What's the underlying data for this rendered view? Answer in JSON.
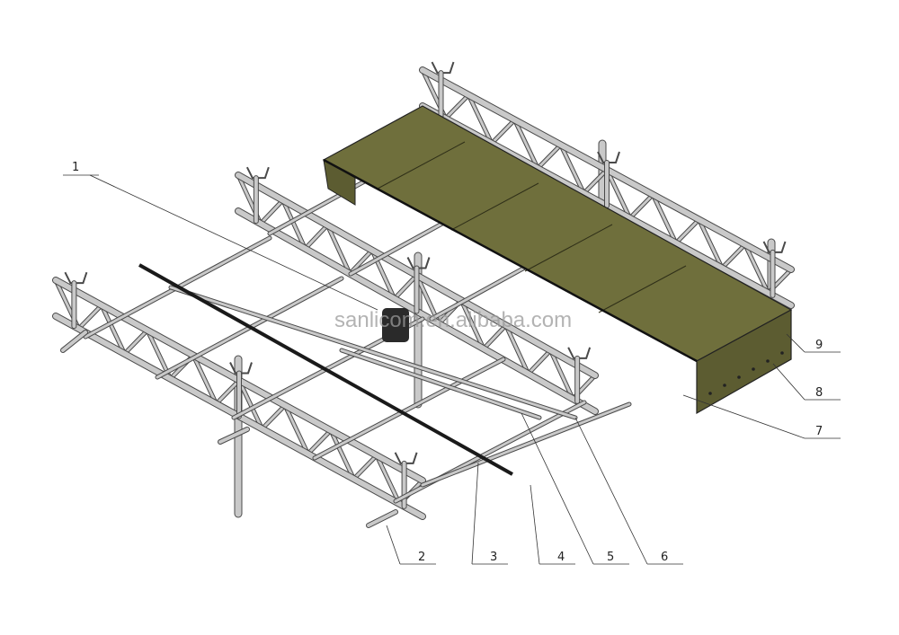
{
  "watermark": "sanlicom.en.alibaba.com",
  "callouts": [
    "1",
    "2",
    "3",
    "4",
    "5",
    "6",
    "7",
    "8",
    "9"
  ],
  "colors": {
    "cover": "#6f6f3c",
    "cover_dark": "#5c5c31",
    "steel": "#c9c9c9",
    "steel_outline": "#4a4a4a",
    "bar": "#1a1a1a"
  }
}
